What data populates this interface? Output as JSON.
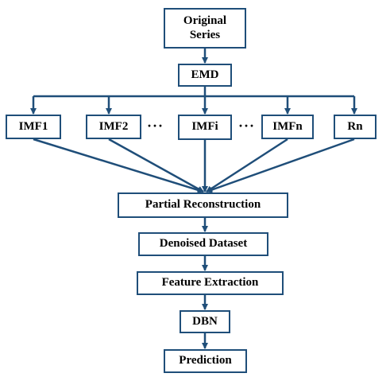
{
  "colors": {
    "box_border": "#1f4e79",
    "arrow": "#1f4e79",
    "text": "#000000",
    "background": "#ffffff"
  },
  "nodes": {
    "original_series": {
      "line1": "Original",
      "line2": "Series"
    },
    "emd": "EMD",
    "imf1": "IMF1",
    "imf2": "IMF2",
    "imfi": "IMFi",
    "imfn": "IMFn",
    "rn": "Rn",
    "partial_reconstruction": "Partial Reconstruction",
    "denoised_dataset": "Denoised Dataset",
    "feature_extraction": "Feature Extraction",
    "dbn": "DBN",
    "prediction": "Prediction"
  },
  "ellipses": [
    "···",
    "···"
  ]
}
